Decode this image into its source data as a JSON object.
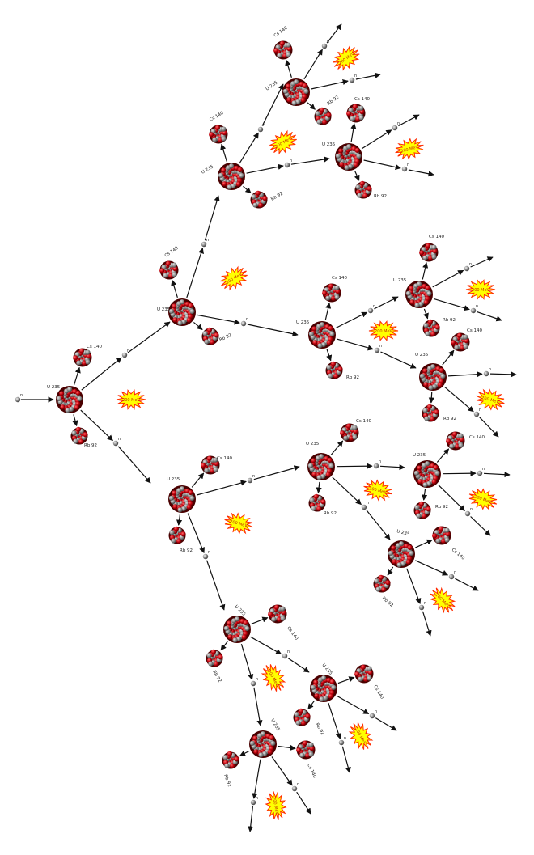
{
  "colors": {
    "proton": "#c0000c",
    "neutron": "#8c8c8c",
    "burst_fill": "#ffff00",
    "burst_stroke": "#ff2a00",
    "arrow": "#111111"
  },
  "labels": {
    "neutron": "n",
    "uranium": "U 235",
    "cesium": "Cs 140",
    "rubidium": "Rb 92",
    "energy": "200 MeV"
  }
}
